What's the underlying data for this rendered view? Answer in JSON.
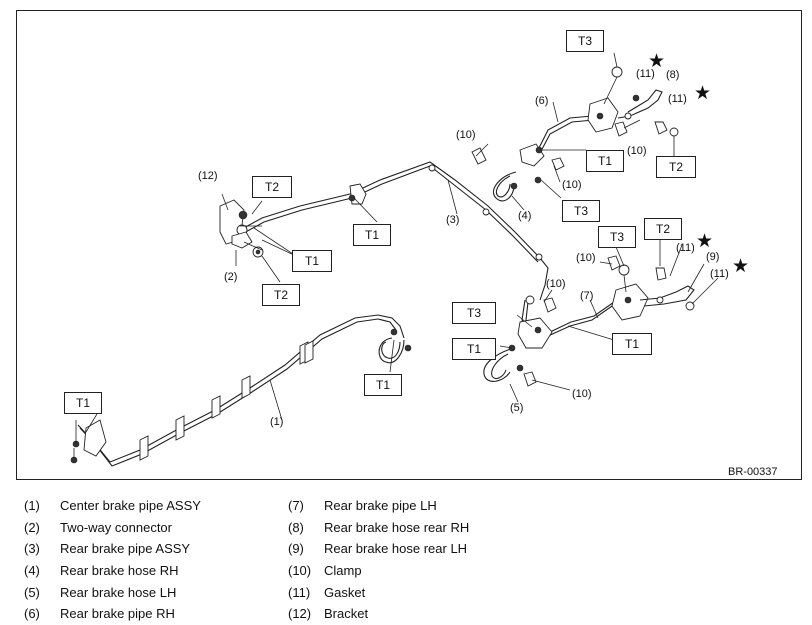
{
  "diagram": {
    "code": "BR-00337",
    "star_glyph": "★",
    "tags": {
      "t1_a": "T1",
      "t1_b": "T1",
      "t1_c": "T1",
      "t1_d": "T1",
      "t1_e": "T1",
      "t1_f": "T1",
      "t1_g": "T1",
      "t2_a": "T2",
      "t2_b": "T2",
      "t2_c": "T2",
      "t2_d": "T2",
      "t3_a": "T3",
      "t3_b": "T3",
      "t3_c": "T3",
      "t3_d": "T3"
    },
    "callouts": {
      "c1": "(1)",
      "c2": "(2)",
      "c3": "(3)",
      "c4": "(4)",
      "c5": "(5)",
      "c6": "(6)",
      "c7": "(7)",
      "c8": "(8)",
      "c9": "(9)",
      "c10_a": "(10)",
      "c10_b": "(10)",
      "c10_c": "(10)",
      "c10_d": "(10)",
      "c10_e": "(10)",
      "c10_f": "(10)",
      "c11_a": "(11)",
      "c11_b": "(11)",
      "c11_c": "(11)",
      "c11_d": "(11)",
      "c12": "(12)"
    }
  },
  "legend": {
    "left": [
      {
        "num": "(1)",
        "text": "Center brake pipe ASSY"
      },
      {
        "num": "(2)",
        "text": "Two-way connector"
      },
      {
        "num": "(3)",
        "text": "Rear brake pipe ASSY"
      },
      {
        "num": "(4)",
        "text": "Rear brake hose RH"
      },
      {
        "num": "(5)",
        "text": "Rear brake hose LH"
      },
      {
        "num": "(6)",
        "text": "Rear brake pipe RH"
      }
    ],
    "right": [
      {
        "num": "(7)",
        "text": "Rear brake pipe LH"
      },
      {
        "num": "(8)",
        "text": "Rear brake hose rear RH"
      },
      {
        "num": "(9)",
        "text": "Rear brake hose rear LH"
      },
      {
        "num": "(10)",
        "text": "Clamp"
      },
      {
        "num": "(11)",
        "text": "Gasket"
      },
      {
        "num": "(12)",
        "text": "Bracket"
      }
    ]
  }
}
